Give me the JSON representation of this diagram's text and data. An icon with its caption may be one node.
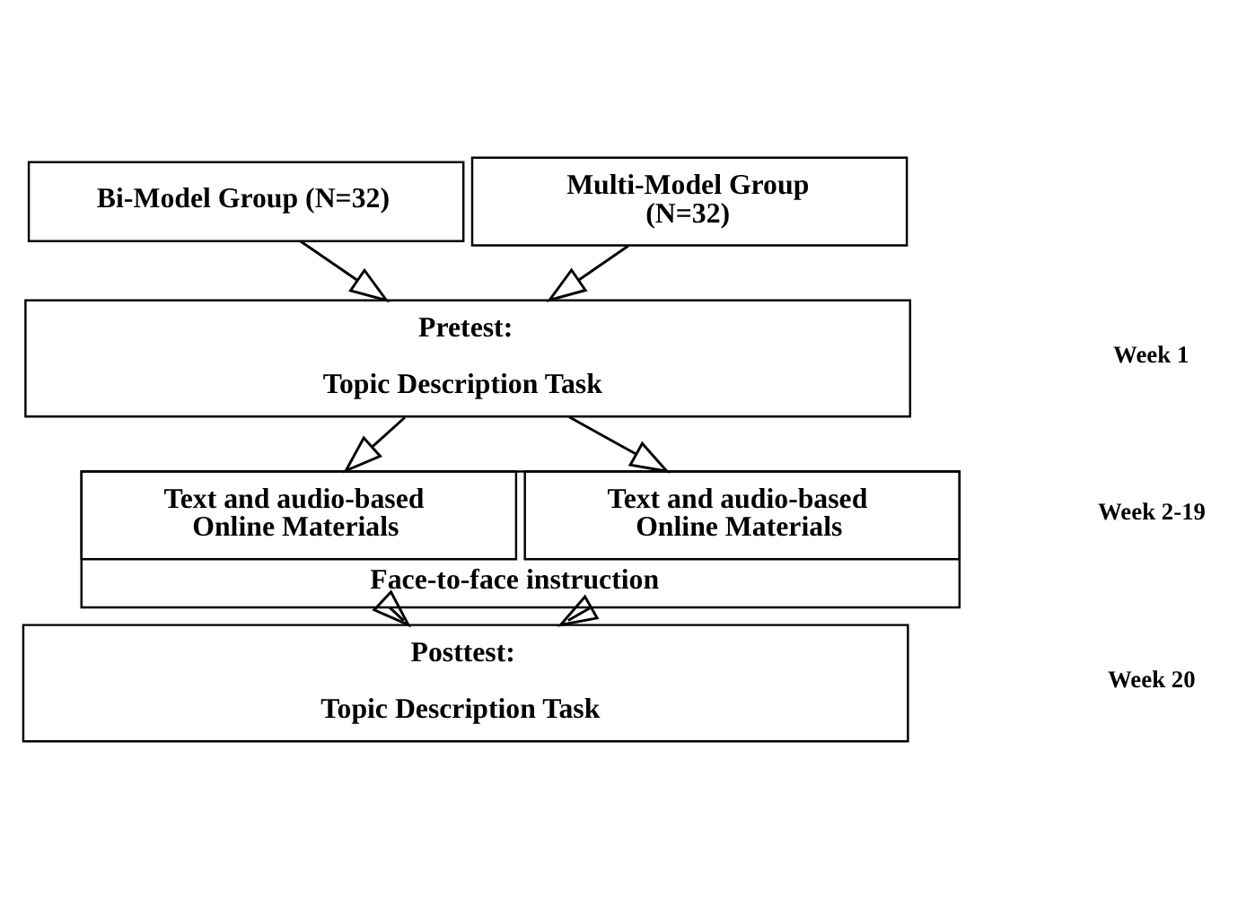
{
  "diagram": {
    "nodes": [
      {
        "text": [
          "Bi-Model Group (N=32)"
        ]
      },
      {
        "text": [
          "Multi-Model Group (N=32)"
        ]
      },
      {
        "text": [
          "Pretest:",
          "Topic Description Task"
        ]
      },
      {
        "text": [
          "Face-to-face instruction"
        ]
      },
      {
        "text": [
          "Text and audio-based Online Materials"
        ],
        "in": 3
      },
      {
        "text": [
          "Text and audio-based Online Materials"
        ],
        "in": 3
      },
      {
        "text": [
          "Posttest:",
          "Topic Description Task"
        ]
      }
    ],
    "edges": [
      {
        "from": 0,
        "to": 2,
        "arrow": "to"
      },
      {
        "from": 1,
        "to": 2,
        "arrow": "to"
      },
      {
        "from": 2,
        "to": 4,
        "arrow": "to"
      },
      {
        "from": 2,
        "to": 5,
        "arrow": "to"
      },
      {
        "from": 4,
        "to": 6,
        "arrow": "to"
      },
      {
        "from": 5,
        "to": 6,
        "arrow": "to"
      }
    ],
    "labels": [
      "Week 1",
      "Week 2-19",
      "Week 20"
    ]
  }
}
